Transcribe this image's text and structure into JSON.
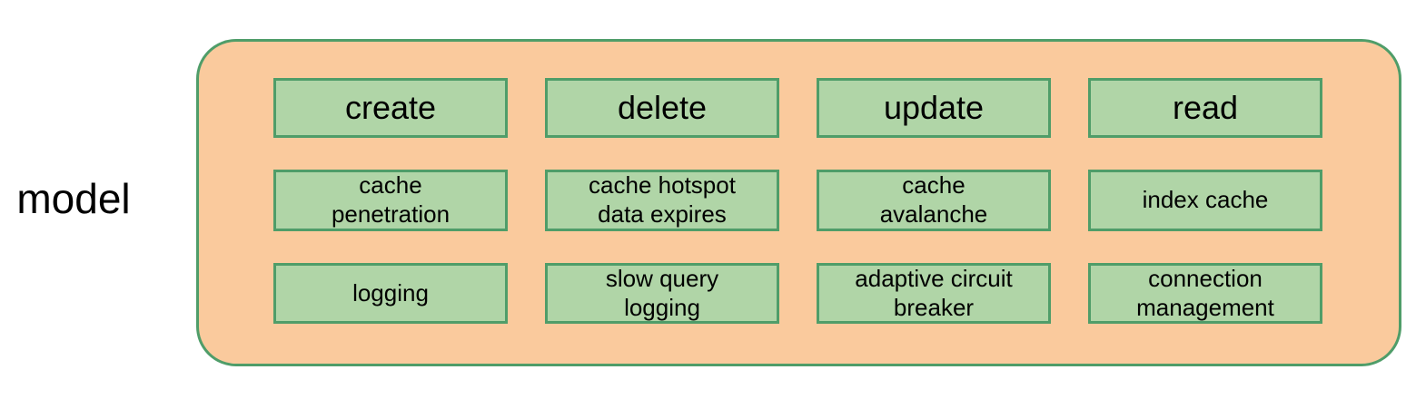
{
  "model_label": "model",
  "colors": {
    "container_fill": "#FACA9D",
    "container_border": "#4F9D69",
    "box_fill": "#B0D5A7",
    "box_border": "#4F9D69",
    "text": "#000000"
  },
  "grid": {
    "headers": [
      "create",
      "delete",
      "update",
      "read"
    ],
    "row2": [
      "cache\npenetration",
      "cache hotspot\ndata expires",
      "cache\navalanche",
      "index cache"
    ],
    "row3": [
      "logging",
      "slow query\nlogging",
      "adaptive circuit\nbreaker",
      "connection\nmanagement"
    ]
  }
}
